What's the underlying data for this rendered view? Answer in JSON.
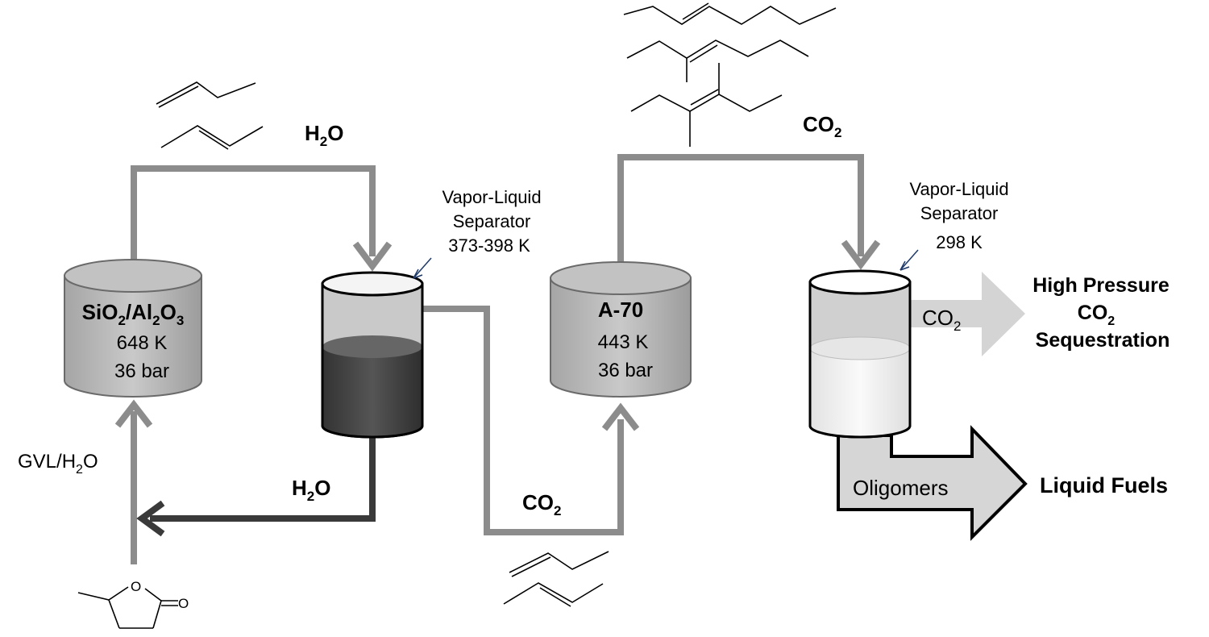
{
  "reactor1": {
    "formula": [
      "SiO",
      "2",
      "/Al",
      "2",
      "O",
      "3"
    ],
    "temperature": "648 K",
    "pressure": "36 bar"
  },
  "reactor2": {
    "name": "A-70",
    "temperature": "443 K",
    "pressure": "36 bar"
  },
  "separator1": {
    "label_line1": "Vapor-Liquid",
    "label_line2": "Separator",
    "temperature": "373-398 K"
  },
  "separator2": {
    "label_line1": "Vapor-Liquid",
    "label_line2": "Separator",
    "temperature": "298 K"
  },
  "streams": {
    "water_top": [
      "H",
      "2",
      "O"
    ],
    "water_recycle": [
      "H",
      "2",
      "O"
    ],
    "co2_bottom": [
      "CO",
      "2"
    ],
    "co2_top": [
      "CO",
      "2"
    ],
    "co2_product": [
      "CO",
      "2"
    ],
    "feed": [
      "GVL/H",
      "2",
      "O"
    ],
    "oligomers": "Oligomers"
  },
  "products": {
    "sequestration_line1": "High Pressure",
    "sequestration_line2": [
      "CO",
      "2"
    ],
    "sequestration_line3": "Sequestration",
    "liquid_fuels": "Liquid Fuels"
  },
  "molecule_atoms": {
    "ring_oxygen": "O",
    "carbonyl_oxygen": "O"
  },
  "colors": {
    "pipe_gray": "#8c8c8c",
    "pipe_dark": "#3a3a3a",
    "reactor_fill": "#b5b5b5",
    "liquid_dark": "#444444",
    "liquid_light": "#f4f4f4",
    "product_arrow": "#d4d4d4"
  }
}
